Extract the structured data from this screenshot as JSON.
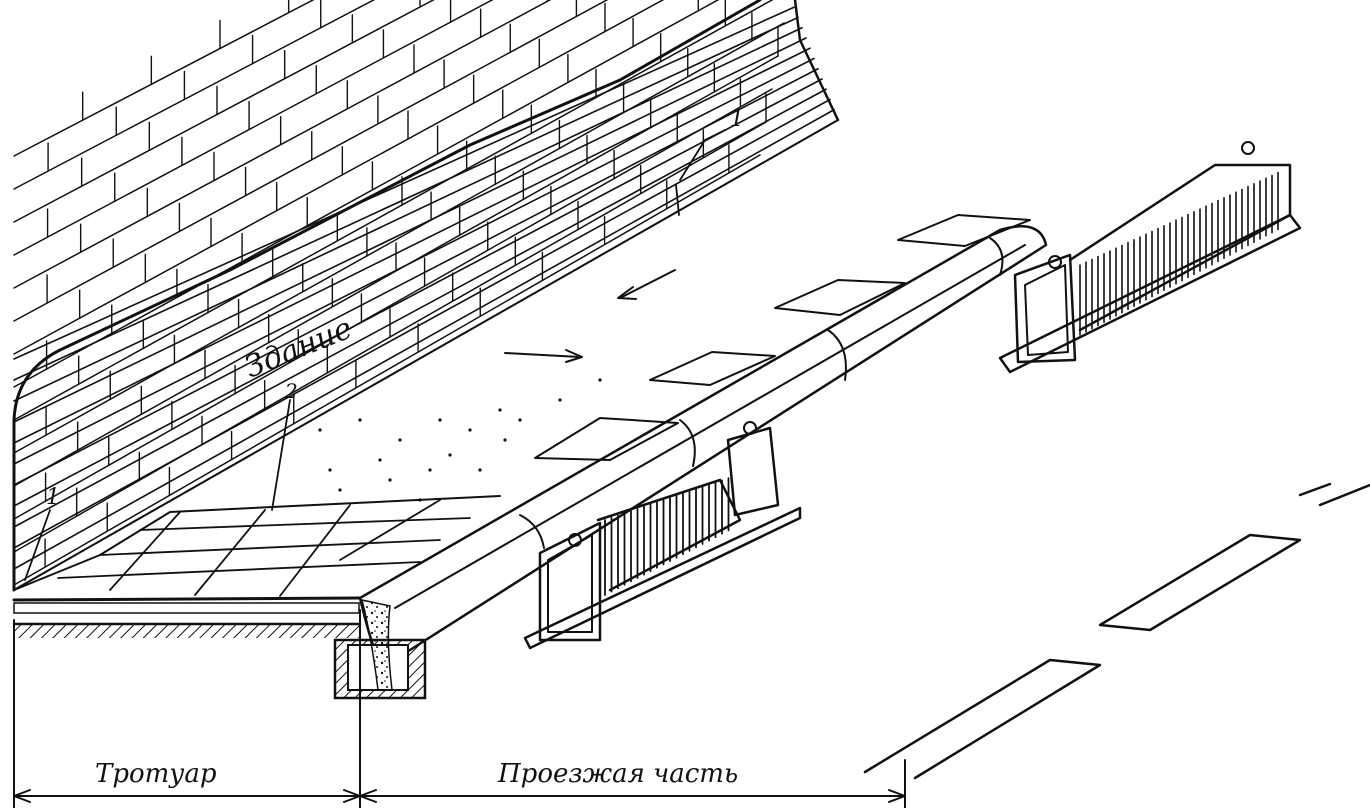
{
  "labels": {
    "building": "Здание",
    "sidewalk": "Тротуар",
    "roadway": "Проезжая часть",
    "marker_1_left": "1",
    "marker_1_top": "1",
    "marker_2": "2"
  },
  "colors": {
    "ink": "#111111",
    "paper": "#ffffff"
  }
}
